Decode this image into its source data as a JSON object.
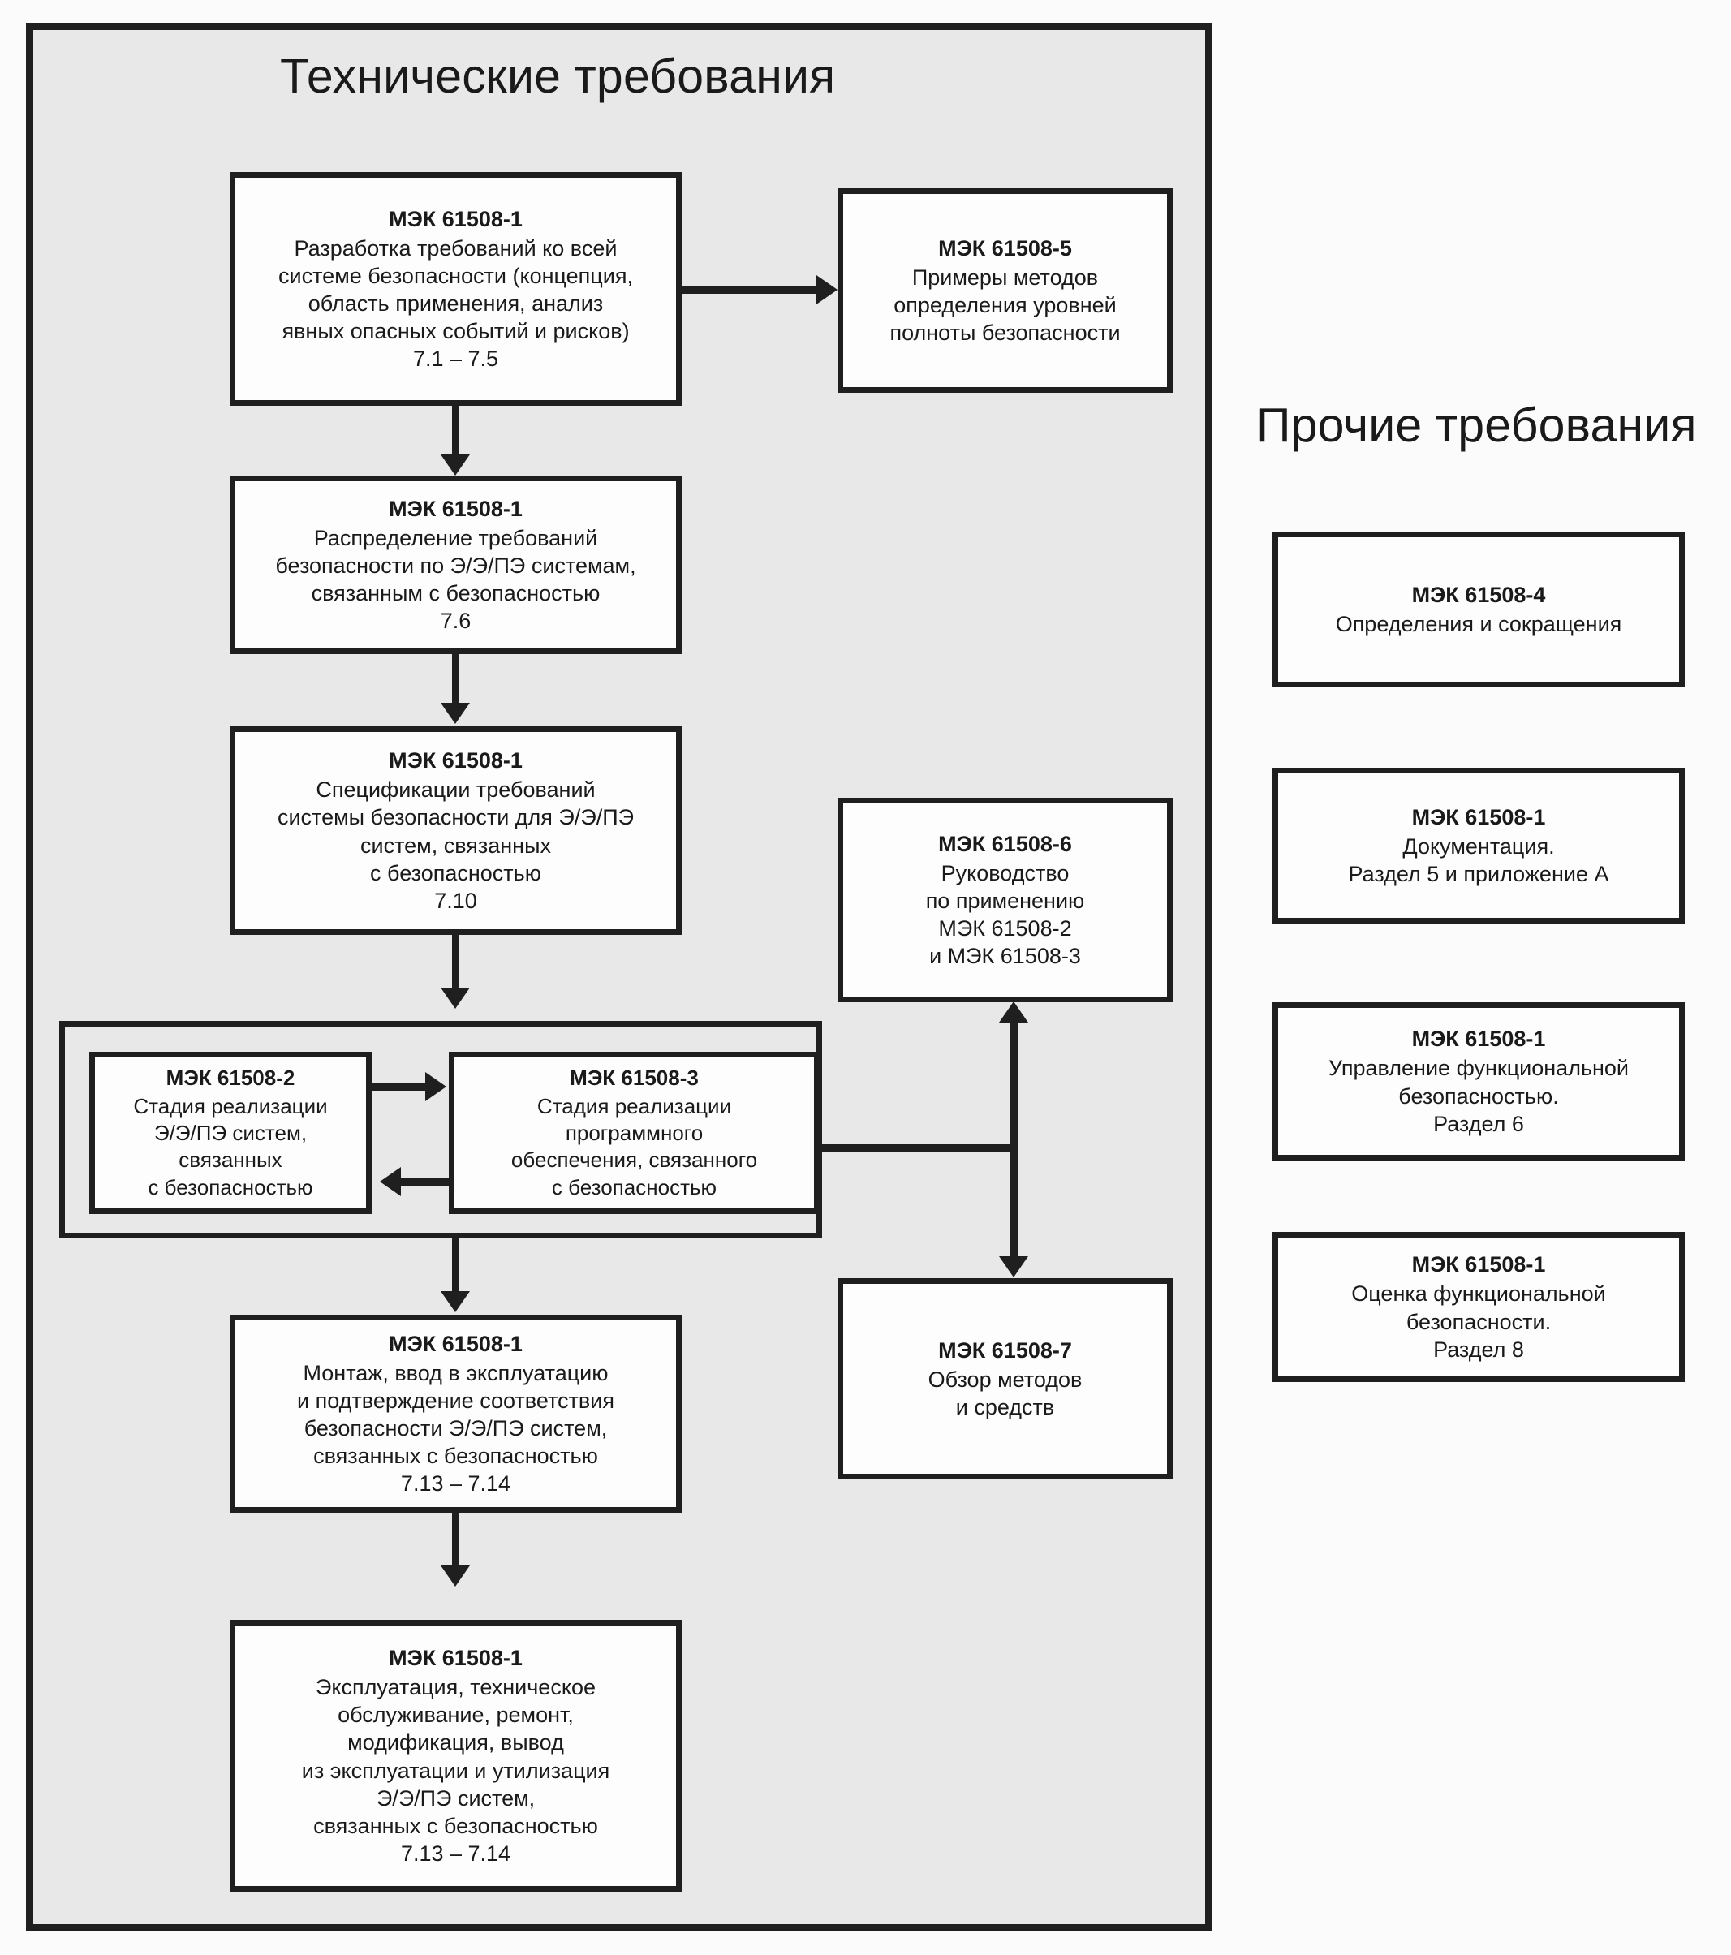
{
  "sections": {
    "technical": {
      "title": "Технические требования"
    },
    "other": {
      "title": "Прочие требования"
    }
  },
  "colors": {
    "panel_background": "#e8e8e8",
    "node_background": "#fdfdfd",
    "stroke": "#1f1f1f",
    "page_background": "#fbfbfb",
    "text": "#1a1a1a"
  },
  "nodes": {
    "overall_requirements": {
      "code": "МЭК 61508-1",
      "desc": "Разработка требований ко всей\nсистеме безопасности (концепция,\nобласть применения, анализ\nявных опасных событий и рисков)\n7.1 – 7.5"
    },
    "examples_methods": {
      "code": "МЭК 61508-5",
      "desc": "Примеры методов\nопределения уровней\nполноты безопасности"
    },
    "allocation": {
      "code": "МЭК 61508-1",
      "desc": "Распределение требований\nбезопасности по Э/Э/ПЭ системам,\nсвязанным с безопасностью\n7.6"
    },
    "specification": {
      "code": "МЭК 61508-1",
      "desc": "Спецификации требований\nсистемы безопасности для Э/Э/ПЭ\nсистем, связанных\nс безопасностью\n7.10"
    },
    "realization_hw": {
      "code": "МЭК 61508-2",
      "desc": "Стадия реализации\nЭ/Э/ПЭ систем,\nсвязанных\nс безопасностью"
    },
    "realization_sw": {
      "code": "МЭК 61508-3",
      "desc": "Стадия реализации\nпрограммного\nобеспечения, связанного\nс безопасностью"
    },
    "guidance": {
      "code": "МЭК 61508-6",
      "desc": "Руководство\nпо применению\nМЭК 61508-2\nи МЭК 61508-3"
    },
    "overview_methods": {
      "code": "МЭК 61508-7",
      "desc": "Обзор методов\nи средств"
    },
    "installation": {
      "code": "МЭК 61508-1",
      "desc": "Монтаж, ввод в эксплуатацию\nи подтверждение соответствия\nбезопасности Э/Э/ПЭ систем,\nсвязанных с безопасностью\n7.13 – 7.14"
    },
    "operation": {
      "code": "МЭК 61508-1",
      "desc": "Эксплуатация, техническое\nобслуживание, ремонт,\nмодификация, вывод\nиз эксплуатации и утилизация\nЭ/Э/ПЭ систем,\nсвязанных с безопасностью\n7.13 – 7.14"
    },
    "definitions": {
      "code": "МЭК 61508-4",
      "desc": "Определения и сокращения"
    },
    "documentation": {
      "code": "МЭК 61508-1",
      "desc": "Документация.\nРаздел 5 и приложение А"
    },
    "management": {
      "code": "МЭК 61508-1",
      "desc": "Управление функциональной\nбезопасностью.\nРаздел 6"
    },
    "assessment": {
      "code": "МЭК 61508-1",
      "desc": "Оценка функциональной\nбезопасности.\nРаздел 8"
    }
  },
  "connectors": [
    {
      "name": "overall-to-examples",
      "type": "arrow-right"
    },
    {
      "name": "overall-to-allocation",
      "type": "arrow-down"
    },
    {
      "name": "allocation-to-specification",
      "type": "arrow-down"
    },
    {
      "name": "specification-to-realization-group",
      "type": "arrow-down"
    },
    {
      "name": "realization-hw-to-sw",
      "type": "arrow-right"
    },
    {
      "name": "realization-sw-to-hw",
      "type": "arrow-left"
    },
    {
      "name": "realization-group-to-installation",
      "type": "arrow-down"
    },
    {
      "name": "realization-sw-to-guidance-overview",
      "type": "double-arrow-vertical"
    },
    {
      "name": "installation-to-operation",
      "type": "arrow-down"
    }
  ]
}
